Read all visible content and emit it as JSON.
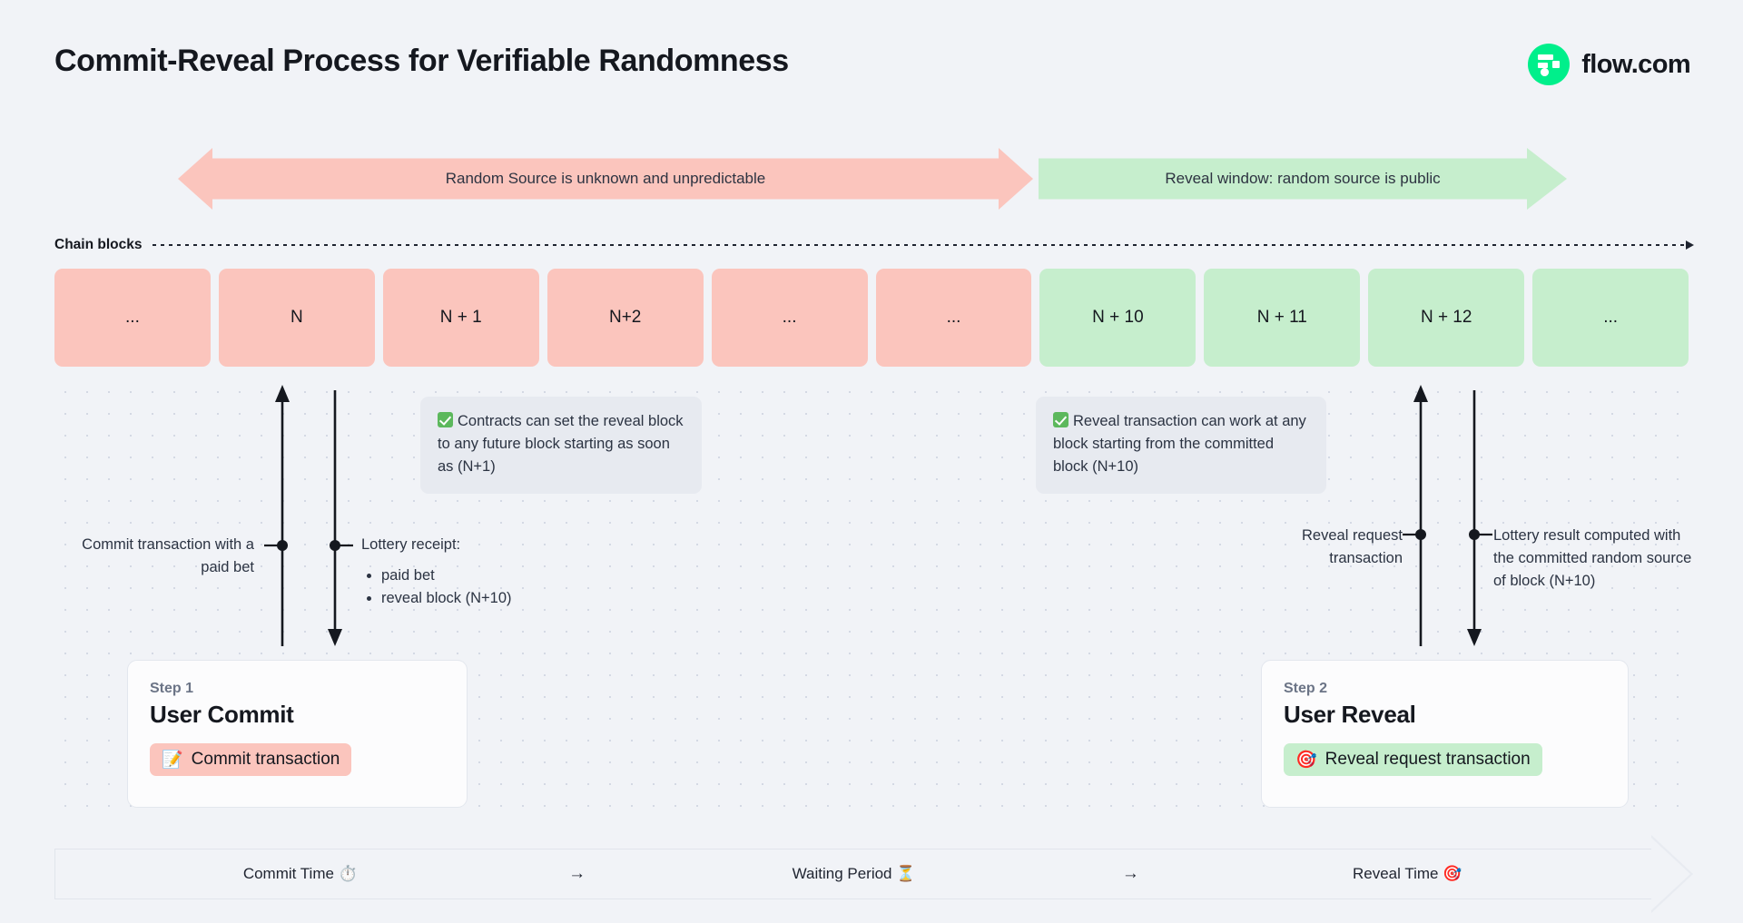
{
  "header": {
    "title": "Commit-Reveal Process for Verifiable Randomness",
    "brand_name": "flow.com",
    "brand_color": "#00ef8b"
  },
  "phases": [
    {
      "id": "unknown-phase",
      "label": "Random Source is unknown and unpredictable",
      "color": "#fbc5bd",
      "direction": "both"
    },
    {
      "id": "reveal-phase",
      "label": "Reveal window: random source is public",
      "color": "#c6eecd",
      "direction": "right"
    }
  ],
  "chain": {
    "label": "Chain blocks",
    "blocks": [
      {
        "label": "...",
        "state": "pending"
      },
      {
        "label": "N",
        "state": "pending"
      },
      {
        "label": "N + 1",
        "state": "pending"
      },
      {
        "label": "N+2",
        "state": "pending"
      },
      {
        "label": "...",
        "state": "pending"
      },
      {
        "label": "...",
        "state": "pending"
      },
      {
        "label": "N + 10",
        "state": "revealed"
      },
      {
        "label": "N + 11",
        "state": "revealed"
      },
      {
        "label": "N + 12",
        "state": "revealed"
      },
      {
        "label": "...",
        "state": "revealed"
      }
    ],
    "pending_color": "#fbc5bd",
    "revealed_color": "#c6eecd"
  },
  "notes": [
    {
      "id": "note-commit-window",
      "icon": "check-badge-icon",
      "text": "Contracts can set the reveal block to any future block starting as soon as (N+1)"
    },
    {
      "id": "note-reveal-window",
      "icon": "check-badge-icon",
      "text": "Reveal transaction can work at any block starting from the committed block (N+10)"
    }
  ],
  "callouts": {
    "commit": "Commit transaction with a paid bet",
    "receipt_title": "Lottery receipt:",
    "receipt_items": [
      "paid bet",
      "reveal block (N+10)"
    ],
    "reveal_request": "Reveal request transaction",
    "lottery_result": "Lottery result computed with the committed random source of block (N+10)"
  },
  "steps": [
    {
      "eyebrow": "Step 1",
      "title": "User Commit",
      "chip_label": "Commit transaction",
      "chip_emoji": "📝",
      "chip_icon": "memo-icon",
      "chip_color": "#fbc5bd"
    },
    {
      "eyebrow": "Step 2",
      "title": "User Reveal",
      "chip_label": "Reveal request transaction",
      "chip_emoji": "🎯",
      "chip_icon": "target-icon",
      "chip_color": "#c6eecd"
    }
  ],
  "timeline": {
    "cells": [
      {
        "label": "Commit Time ⏱️"
      },
      {
        "label": "Waiting Period ⏳"
      },
      {
        "label": "Reveal Time 🎯"
      }
    ],
    "separator": "→"
  }
}
